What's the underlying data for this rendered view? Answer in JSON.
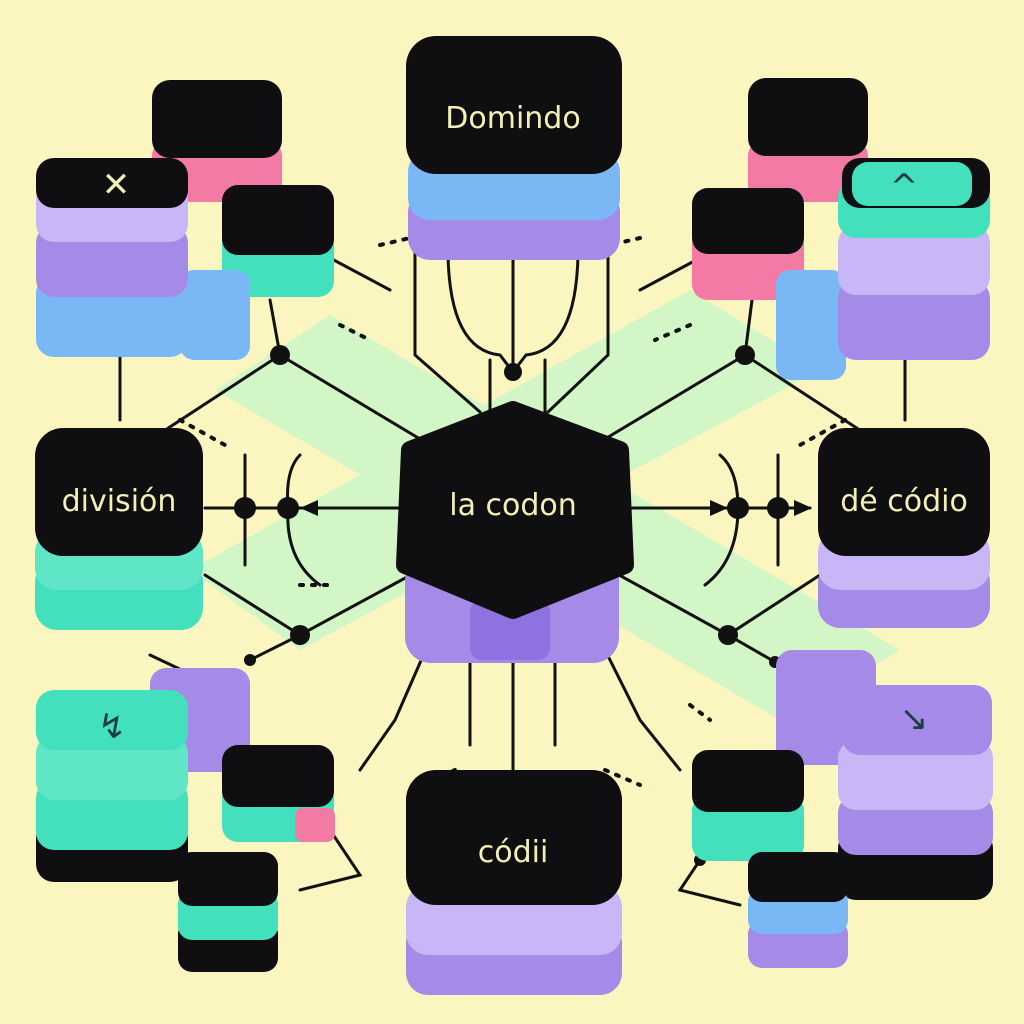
{
  "diagram": {
    "center_label": "la codon",
    "top_label": "Domindo",
    "left_label": "división",
    "right_label": "dé códio",
    "bottom_label": "códii",
    "icons": {
      "top_left": "close-icon",
      "top_right": "chevron-up-icon",
      "bottom_left": "arrow-squiggle-icon",
      "bottom_right": "arrow-down-right-icon"
    }
  },
  "colors": {
    "background": "#fbf6c0",
    "node_dark": "#0f0f12",
    "teal": "#43e0be",
    "violet": "#a58ae8",
    "sky": "#7ab8f5",
    "pink": "#f27aa5",
    "mint_band": "#cdf7c8",
    "label_text": "#f4efb5"
  }
}
